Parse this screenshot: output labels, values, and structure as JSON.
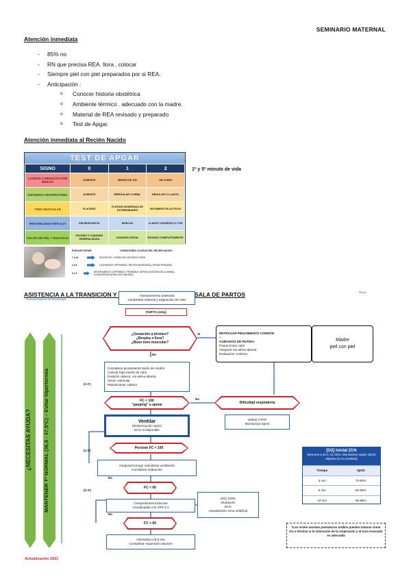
{
  "header": {
    "title": "SEMINARIO MATERNAL"
  },
  "section1": {
    "title": "Atención inmediata",
    "items": [
      "85% no",
      "RN que precisa REA. llora , colocar",
      "Siempre piel con piel preparados por si REA.",
      "Anticipación :"
    ],
    "subitems": [
      "Conocer historia obstétrica",
      "Ambiente térmico . adecuado con la madre.",
      "Material de REA revisado y preparado",
      "Test de Apgar."
    ],
    "sub_marker": "o"
  },
  "section2": {
    "title": "Atención inmediata al Recién Nacido",
    "side_note": "1º y 5º minuto de vida"
  },
  "apgar": {
    "title": "TEST DE APGAR",
    "columns": [
      "SIGNO",
      "0",
      "1",
      "2"
    ],
    "rows": [
      [
        "LATIDOS CARDIACOS POR MINUTO",
        "AUSENTE",
        "MENOS DE 100",
        "100 A MAS"
      ],
      [
        "ESFUERZO RESPIRATORIO",
        "AUSENTE",
        "IRREGULAR O DEBIL",
        "REGULAR O LLANTO"
      ],
      [
        "TONO MUSCULAR",
        "FLACIDEZ",
        "FLEXION MODERADA DE EXTREMIDADES",
        "MOVIMIENTOS ACTIVOS"
      ],
      [
        "IRRITABILIDAD REFLEJA",
        "SIN RESPUESTA",
        "MUECAS",
        "LLANTO VIGOROSO O TOS"
      ],
      [
        "COLOR DE PIEL Y MUCOSAS",
        "PALIDEZ O CIANOSIS GENERALIZADA",
        "CIANOSIS DISTAL",
        "ROSADO COMPLETAMENTE"
      ]
    ],
    "score_head_left": "PUNTAJE APGAR",
    "score_head_right": "CONDICIONES CLINICAS DEL RECIEN NACIDO",
    "scores": [
      {
        "range": "7 a 10",
        "desc": "VIGOROSO, CONDICION SATISFACTORIA"
      },
      {
        "range": "4 a 6",
        "desc": "LEVEMENTE DEPRIMIDO, RECIEN MODERADA, APNEA PRIMARIA"
      },
      {
        "range": "0 a 3",
        "desc": "SEVERAMENTE DEPRIMIDO, PROBABLE ASFIXIA (SISTEMA DE ALARMA), CONSIDERAR APNEA SECUNDARIA"
      }
    ]
  },
  "section3": {
    "title": "ASISTENCIA A LA TRANSICION Y REANIMACION DEL RN EN SALA DE PARTOS"
  },
  "flow": {
    "logo": "Sociedad Española de Neonatología",
    "logo2": "SENeo",
    "top_box": [
      "Asesoramiento antenatal",
      "Comprobar material y asignación de roles"
    ],
    "parto": "PARTO (reloj)",
    "questions": [
      "¿Gestación a término?",
      "¿Respira o llora?",
      "¿Buen tono muscular?"
    ],
    "yes": "Sí",
    "no": "No",
    "first_steps": [
      "Considerar pinzamiento tardío de cordón",
      "Colocar bajo fuente de calor",
      "Posición cabeza, vía aérea abierta",
      "Secar, estimular",
      "Reposicionar cabeza"
    ],
    "t1": "(1-2')",
    "fc1": [
      "FC < 100",
      "\"gasping\" o apnea"
    ],
    "ventilar": [
      "Ventilar",
      "Monitorización SpO2",
      "ECG si disponible"
    ],
    "t2": "(1-2')",
    "persiste": "Persiste FC < 100",
    "asegurar": [
      "Asegurar/corregir maniobras ventilación",
      "Considerar intubación"
    ],
    "t3": "(2-3')",
    "fc60a": "FC < 60",
    "compresiones": [
      "Compresiones torácicas",
      "Coordinadas con VPP 3:1"
    ],
    "o2box": [
      "(O2) 100%",
      "Intubación",
      "ECG",
      "Canalización vena umbilical"
    ],
    "fc60b": "FC < 60",
    "adrenalina": [
      "Adrenalina c/3-5 min",
      "Considerar expansión volumen"
    ],
    "retrasar": [
      "RETRASAR PINZAMIENTO CORDÓN",
      "+",
      "CUIDADOS DE RUTINA:",
      "Proporcionar calor",
      "Asegurar vía aérea abierta",
      "Evaluación continua"
    ],
    "madre": [
      "Madre",
      "piel con piel"
    ],
    "dificultad": "Dificultad respiratoria",
    "cpap": [
      "Valorar CPAP",
      "Monitorizar SpO2"
    ],
    "left_vertical": "¿NECESITAS AYUDA?",
    "left_vertical2": "MANTENER Tª NORMAL (36,5 - 37,5ºC) – Evitar hipertermia",
    "o2_table": {
      "title": "[O2] inicial 21%",
      "subtitle": "Menores a 32 s: 21-30%. Monitorizar según SpO2 objetivo (si no cerebral)",
      "head": [
        "Tiempo",
        "SpO2"
      ],
      "rows": [
        [
          "3 min",
          "70-80%"
        ],
        [
          "5 min",
          "80-90%"
        ],
        [
          "10 min",
          "90-95%"
        ]
      ]
    },
    "note": "*Los recién nacidos prematuros tardíos pueden tratarse como los a término si la valoración de la respiración y el tono muscular es adecuada",
    "update": "Actualización 2021"
  },
  "colors": {
    "red": "#d7202a",
    "blue": "#2b63b7",
    "green": "#7ab648",
    "dark_blue": "#1f3a67"
  }
}
